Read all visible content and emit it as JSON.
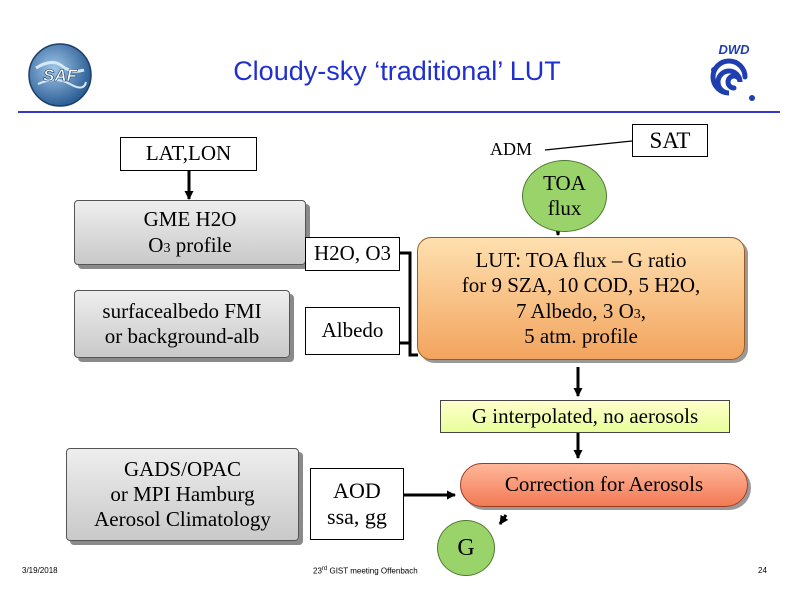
{
  "slide": {
    "title": "Cloudy-sky ‘traditional’ LUT",
    "logo_left": {
      "icon": "saf-globe-logo",
      "text": "SAF"
    },
    "logo_right": {
      "icon": "dwd-spiral-logo",
      "text": "DWD"
    }
  },
  "diagram": {
    "latlon": "LAT,LON",
    "gme_line1": "GME H2O",
    "gme_line2_a": "O",
    "gme_line2_sub": "3",
    "gme_line2_b": " profile",
    "surface_line1": "surfacealbedo FMI",
    "surface_line2": "or background-alb",
    "h2o_o3": "H2O, O3",
    "albedo": "Albedo",
    "adm": "ADM",
    "sat": "SAT",
    "toa_line1": "TOA",
    "toa_line2": "flux",
    "lut_line1": "LUT: TOA flux – G ratio",
    "lut_line2": "for 9 SZA, 10 COD, 5 H2O,",
    "lut_line3_a": "7 Albedo, 3 O",
    "lut_line3_sub": "3",
    "lut_line3_b": ",",
    "lut_line4": "5 atm. profile",
    "g_interp": "G interpolated, no aerosols",
    "gads_line1": "GADS/OPAC",
    "gads_line2": "or MPI Hamburg",
    "gads_line3": "Aerosol Climatology",
    "aod_line1": "AOD",
    "aod_line2": "ssa, gg",
    "correction": "Correction for Aerosols",
    "g": "G"
  },
  "footer": {
    "date": "3/19/2018",
    "meeting_a": "23",
    "meeting_sup": "rd",
    "meeting_b": " GIST meeting Offenbach",
    "page": "24"
  },
  "colors": {
    "title": "#1f2fd0",
    "rule": "#3838c8",
    "gray_box": "#d9d9d9",
    "orange_box": "#f7b26e",
    "green_circle": "#9ad36a"
  }
}
